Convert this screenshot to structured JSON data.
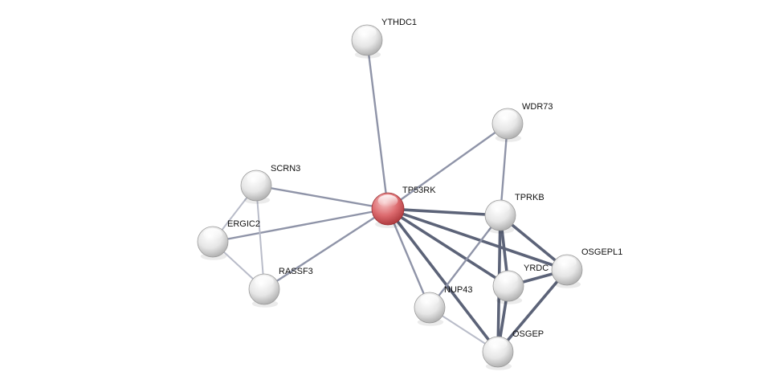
{
  "network": {
    "nodes": [
      {
        "id": "TP53RK",
        "label": "TP53RK",
        "query": true
      },
      {
        "id": "YTHDC1",
        "label": "YTHDC1"
      },
      {
        "id": "WDR73",
        "label": "WDR73"
      },
      {
        "id": "SCRN3",
        "label": "SCRN3"
      },
      {
        "id": "ERGIC2",
        "label": "ERGIC2"
      },
      {
        "id": "RASSF3",
        "label": "RASSF3"
      },
      {
        "id": "TPRKB",
        "label": "TPRKB"
      },
      {
        "id": "OSGEPL1",
        "label": "OSGEPL1"
      },
      {
        "id": "YRDC",
        "label": "YRDC"
      },
      {
        "id": "NUP43",
        "label": "NUP43"
      },
      {
        "id": "OSGEP",
        "label": "OSGEP"
      }
    ],
    "edges": [
      {
        "source": "TP53RK",
        "target": "YTHDC1",
        "strength": "medium"
      },
      {
        "source": "TP53RK",
        "target": "WDR73",
        "strength": "medium"
      },
      {
        "source": "TP53RK",
        "target": "SCRN3",
        "strength": "medium"
      },
      {
        "source": "TP53RK",
        "target": "ERGIC2",
        "strength": "medium"
      },
      {
        "source": "TP53RK",
        "target": "RASSF3",
        "strength": "medium"
      },
      {
        "source": "TP53RK",
        "target": "TPRKB",
        "strength": "strong"
      },
      {
        "source": "TP53RK",
        "target": "OSGEPL1",
        "strength": "strong"
      },
      {
        "source": "TP53RK",
        "target": "YRDC",
        "strength": "strong"
      },
      {
        "source": "TP53RK",
        "target": "OSGEP",
        "strength": "strong"
      },
      {
        "source": "TP53RK",
        "target": "NUP43",
        "strength": "medium"
      },
      {
        "source": "WDR73",
        "target": "TPRKB",
        "strength": "medium"
      },
      {
        "source": "SCRN3",
        "target": "ERGIC2",
        "strength": "weak"
      },
      {
        "source": "SCRN3",
        "target": "RASSF3",
        "strength": "weak"
      },
      {
        "source": "ERGIC2",
        "target": "RASSF3",
        "strength": "weak"
      },
      {
        "source": "TPRKB",
        "target": "OSGEPL1",
        "strength": "strong"
      },
      {
        "source": "TPRKB",
        "target": "YRDC",
        "strength": "strong"
      },
      {
        "source": "TPRKB",
        "target": "OSGEP",
        "strength": "strong"
      },
      {
        "source": "TPRKB",
        "target": "NUP43",
        "strength": "medium"
      },
      {
        "source": "OSGEPL1",
        "target": "YRDC",
        "strength": "strong"
      },
      {
        "source": "OSGEPL1",
        "target": "OSGEP",
        "strength": "strong"
      },
      {
        "source": "YRDC",
        "target": "OSGEP",
        "strength": "strong"
      },
      {
        "source": "NUP43",
        "target": "OSGEP",
        "strength": "weak"
      }
    ]
  },
  "colors": {
    "query_node": "#d9585c",
    "node": "#e2e2e2",
    "edge_strong": "#5c6378",
    "edge_medium": "#8f94a8",
    "edge_weak": "#b9bcc9"
  }
}
